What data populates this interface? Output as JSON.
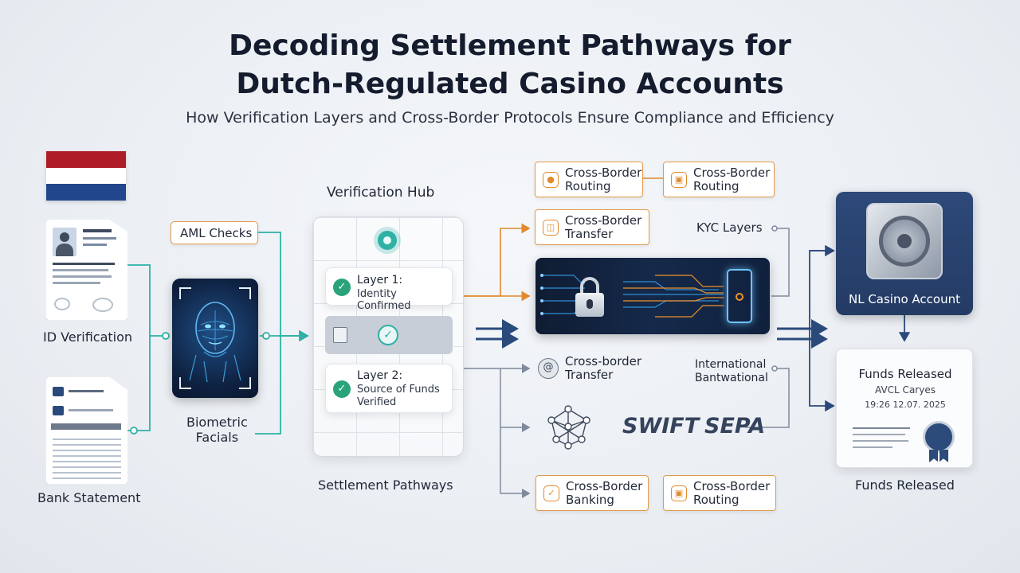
{
  "header": {
    "title_line1": "Decoding Settlement Pathways for",
    "title_line2": "Dutch-Regulated Casino Accounts",
    "subtitle": "How Verification Layers and Cross-Border Protocols Ensure Compliance and Efficiency"
  },
  "sources": {
    "id_label": "ID Verification",
    "bank_label": "Bank Statement",
    "aml_label": "AML Checks",
    "biometric_line1": "Biometric",
    "biometric_line2": "Facials"
  },
  "hub": {
    "title": "Verification Hub",
    "layer1_title": "Layer 1:",
    "layer1_sub": "Identity Confirmed",
    "layer2_title": "Layer 2:",
    "layer2_sub1": "Source of Funds",
    "layer2_sub2": "Verified",
    "footer": "Settlement Pathways"
  },
  "routes": {
    "top_left_1": "Cross-Border",
    "top_left_2": "Routing",
    "top_right_1": "Cross-Border",
    "top_right_2": "Routing",
    "transfer_1": "Cross-Border",
    "transfer_2": "Transfer",
    "kyc": "KYC Layers",
    "cb_transfer_1": "Cross-border",
    "cb_transfer_2": "Transfer",
    "intl_1": "International",
    "intl_2": "Bantwational",
    "swift": "SWIFT",
    "sepa": "SEPA",
    "bottom_left_1": "Cross-Border",
    "bottom_left_2": "Banking",
    "bottom_right_1": "Cross-Border",
    "bottom_right_2": "Routing"
  },
  "destination": {
    "account": "NL Casino Account",
    "funds_title": "Funds Released",
    "funds_line1": "AVCL Caryes",
    "funds_line2": "19:26 12.07. 2025",
    "funds_footer": "Funds Released"
  },
  "colors": {
    "teal": "#2fb1a6",
    "orange": "#e08a2c",
    "navy": "#2b4a7c",
    "flag_red": "#ae1c28",
    "flag_blue": "#21468b"
  }
}
